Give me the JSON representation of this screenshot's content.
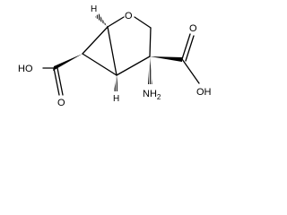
{
  "molecule": {
    "atom_labels": {
      "ring_oxygen": "O",
      "left_acid": "HO",
      "left_acid_oxygen": "O",
      "right_acid": "OH",
      "right_acid_oxygen": "O",
      "amino": "NH",
      "amino_subscript": "2",
      "top_hydrogen": "H",
      "bottom_hydrogen": "H"
    }
  }
}
